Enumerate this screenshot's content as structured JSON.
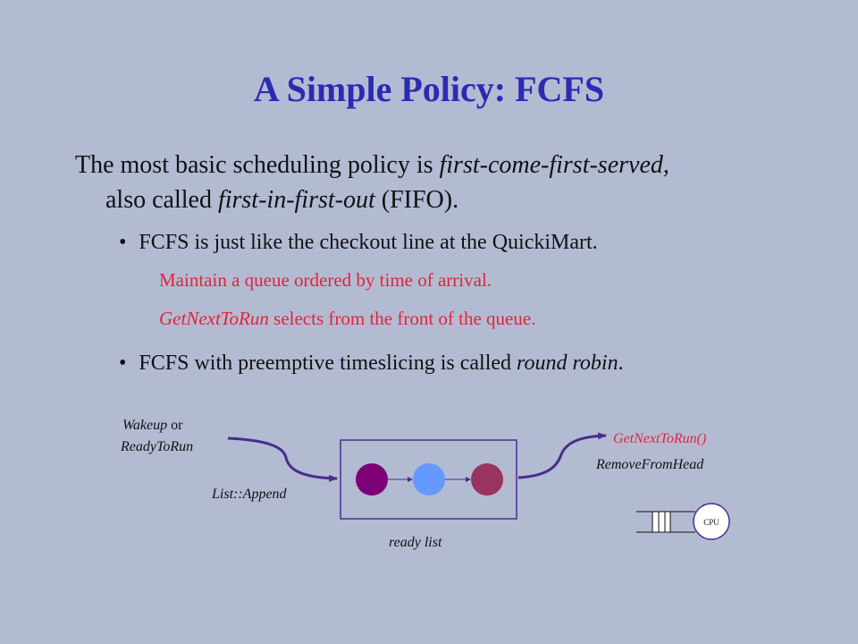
{
  "title": "A Simple Policy: FCFS",
  "intro": {
    "part1": "The most basic scheduling policy is ",
    "em1": "first-come-first-served,",
    "part2": "also called ",
    "em2": "first-in-first-out",
    "part3": " (FIFO)."
  },
  "bullets": [
    {
      "marker": "•",
      "text": "FCFS is just like the checkout line at the QuickiMart."
    },
    {
      "marker": "•",
      "text_pre": "FCFS with preemptive timeslicing is called ",
      "text_em": "round robin",
      "text_post": "."
    }
  ],
  "sub_items": [
    {
      "text": "Maintain a queue ordered by time of arrival."
    },
    {
      "em": "GetNextToRun",
      "text": " selects from the front of the queue."
    }
  ],
  "diagram": {
    "wakeup_em": "Wakeup",
    "wakeup_or": " or",
    "readytorun": "ReadyToRun",
    "append": "List::Append",
    "getnext": "GetNextToRun()",
    "removefromhead": "RemoveFromHead",
    "readylist": "ready list",
    "cpu": "CPU",
    "colors": {
      "accent_title": "#2b2bb2",
      "accent_red": "#e0253a",
      "arrow": "#4a2d8a",
      "item1": "#7d0077",
      "item2": "#6699ff",
      "item3": "#99335f",
      "background": "#b3bbd3"
    }
  }
}
